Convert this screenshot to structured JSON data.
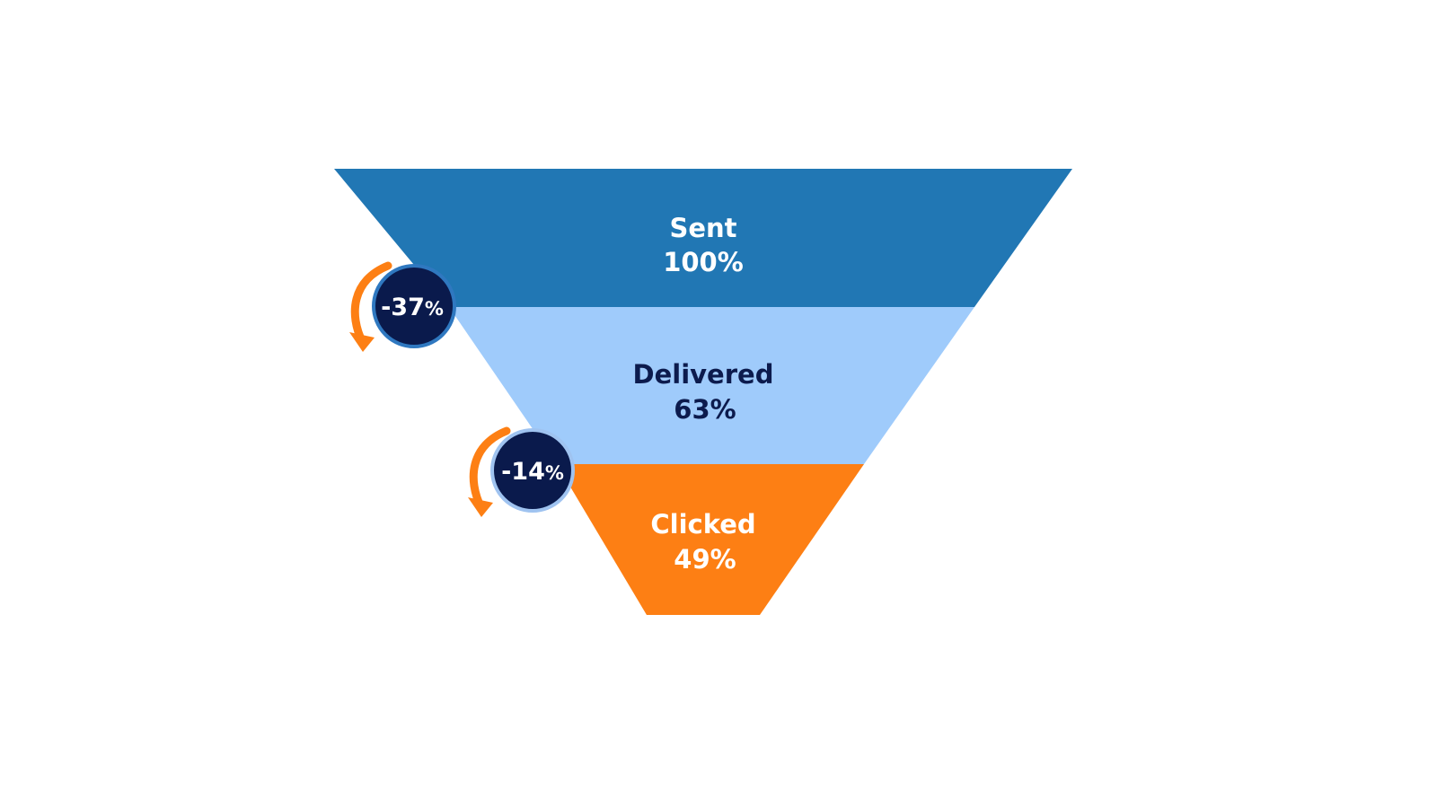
{
  "chart_data": {
    "type": "funnel",
    "title": "",
    "stages": [
      {
        "label": "Sent",
        "value_label": "100%",
        "value": 100,
        "fill": "#2177b4",
        "text_color": "#ffffff"
      },
      {
        "label": "Delivered",
        "value_label": "63%",
        "value": 63,
        "fill": "#9fcbfb",
        "text_color": "#0c1b4d"
      },
      {
        "label": "Clicked",
        "value_label": "49%",
        "value": 49,
        "fill": "#fd7f14",
        "text_color": "#ffffff"
      }
    ],
    "drops": [
      {
        "from": "Sent",
        "to": "Delivered",
        "value_num": "-37",
        "value_unit": "%",
        "value": -37
      },
      {
        "from": "Delivered",
        "to": "Clicked",
        "value_num": "-14",
        "value_unit": "%",
        "value": -14
      }
    ],
    "colors": {
      "badge_fill": "#0a1a4c",
      "badge_stroke_1": "#2f78c0",
      "badge_stroke_2": "#9fc3f0",
      "arrow": "#fd7f14"
    }
  }
}
